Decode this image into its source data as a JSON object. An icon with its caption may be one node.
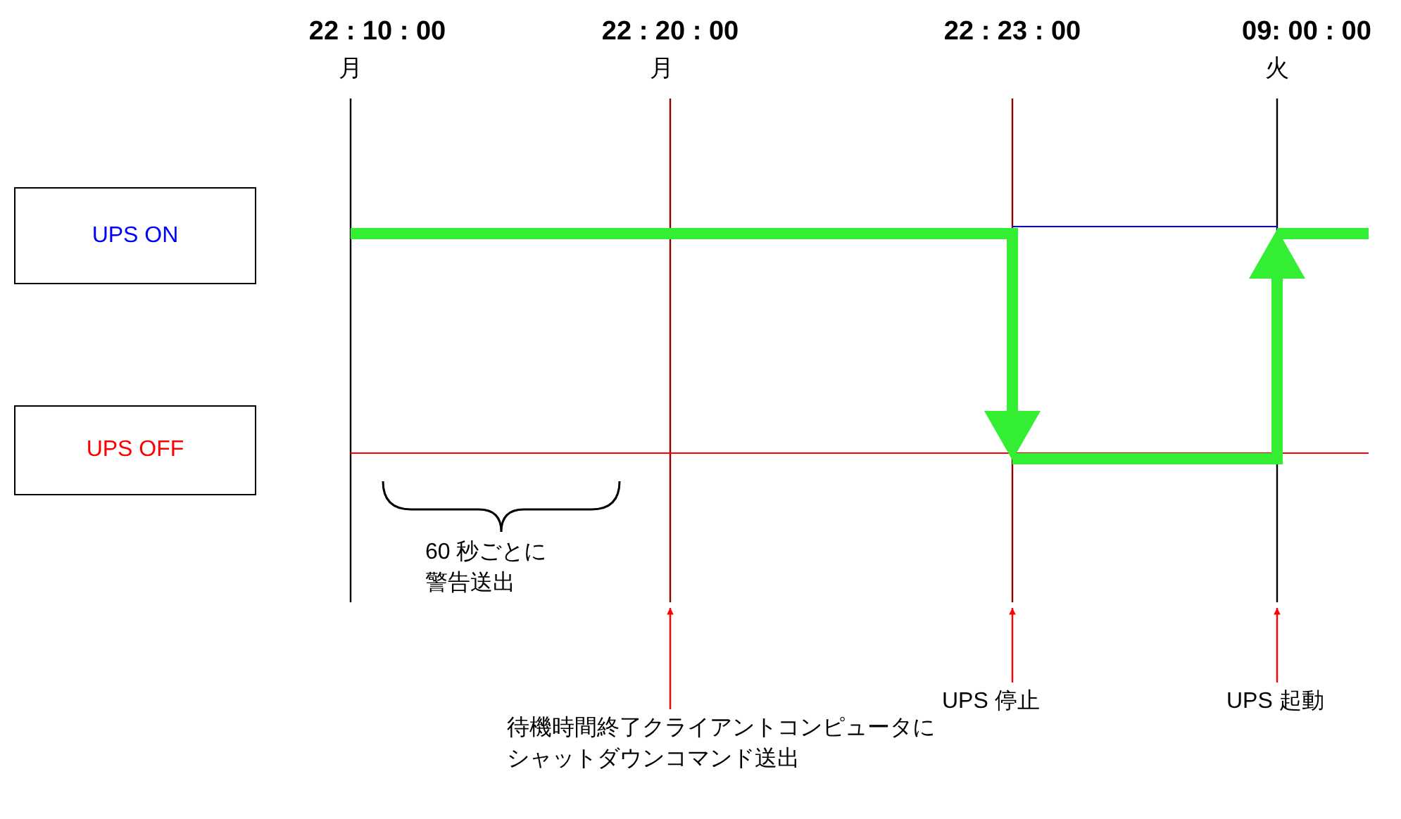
{
  "diagram": {
    "nodes": [
      {
        "text": [
          "UPS ON"
        ]
      },
      {
        "text": [
          "UPS OFF"
        ]
      },
      {
        "text": [
          "待機時間終了クライアントコンピュータにシャットダウンコマンド送出"
        ]
      },
      {
        "text": [
          "UPS 停止"
        ]
      },
      {
        "text": [
          "UPS 起動"
        ]
      }
    ],
    "edges": [
      {
        "from": 2,
        "to": null,
        "arrow": "to",
        "color": "#ff0000"
      },
      {
        "from": 3,
        "to": null,
        "arrow": "to",
        "color": "#ff0000"
      },
      {
        "from": 4,
        "to": null,
        "arrow": "to",
        "color": "#ff0000"
      }
    ],
    "labels": [
      "22 : 10 : 00",
      "22 : 20 : 00",
      "22 : 23 : 00",
      "09: 00 : 00",
      "月",
      "月",
      "火",
      "60 秒ごとに警告送出"
    ]
  }
}
